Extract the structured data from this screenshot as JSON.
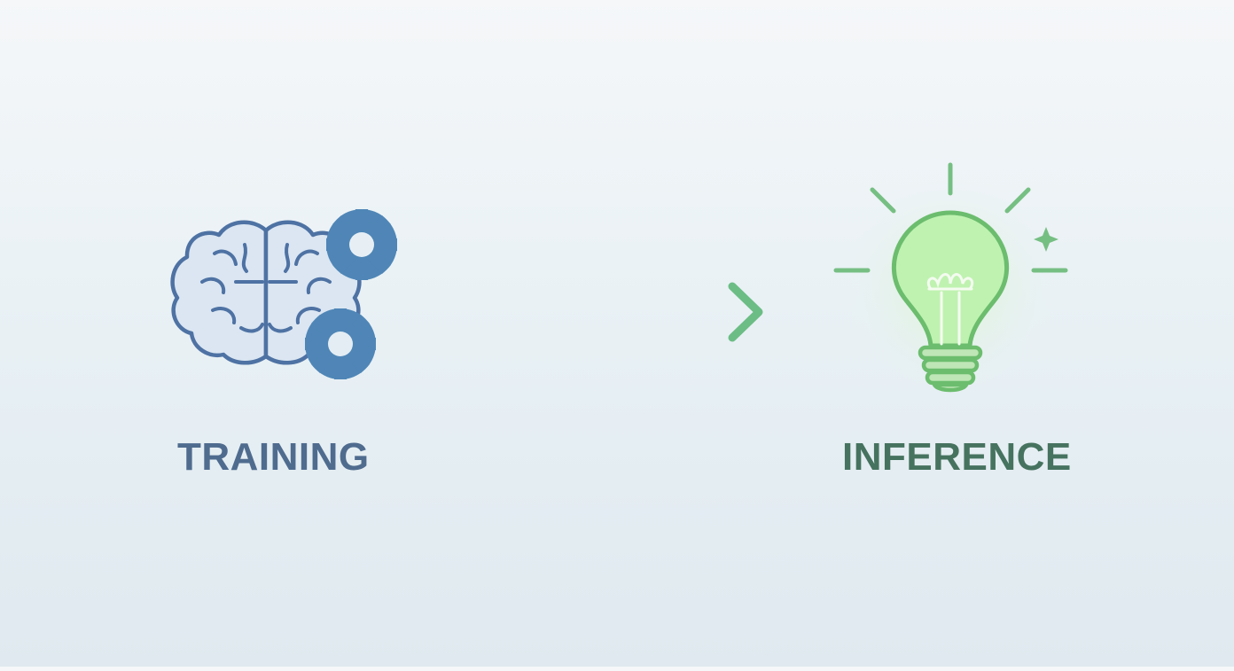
{
  "diagram": {
    "steps": [
      {
        "label": "TRAINING",
        "icon": "brain-gears-icon",
        "color": "#4f6c8f"
      },
      {
        "label": "INFERENCE",
        "icon": "lightbulb-icon",
        "color": "#46735f"
      }
    ],
    "arrow": {
      "from": "TRAINING",
      "to": "INFERENCE",
      "gradient": [
        "#4e7fa8",
        "#6cbd85"
      ]
    },
    "colors": {
      "brain_stroke": "#4e72a3",
      "gear_fill": "#4f86b7",
      "bulb_fill": "#bff2b0",
      "bulb_stroke": "#6cbd6e"
    }
  }
}
